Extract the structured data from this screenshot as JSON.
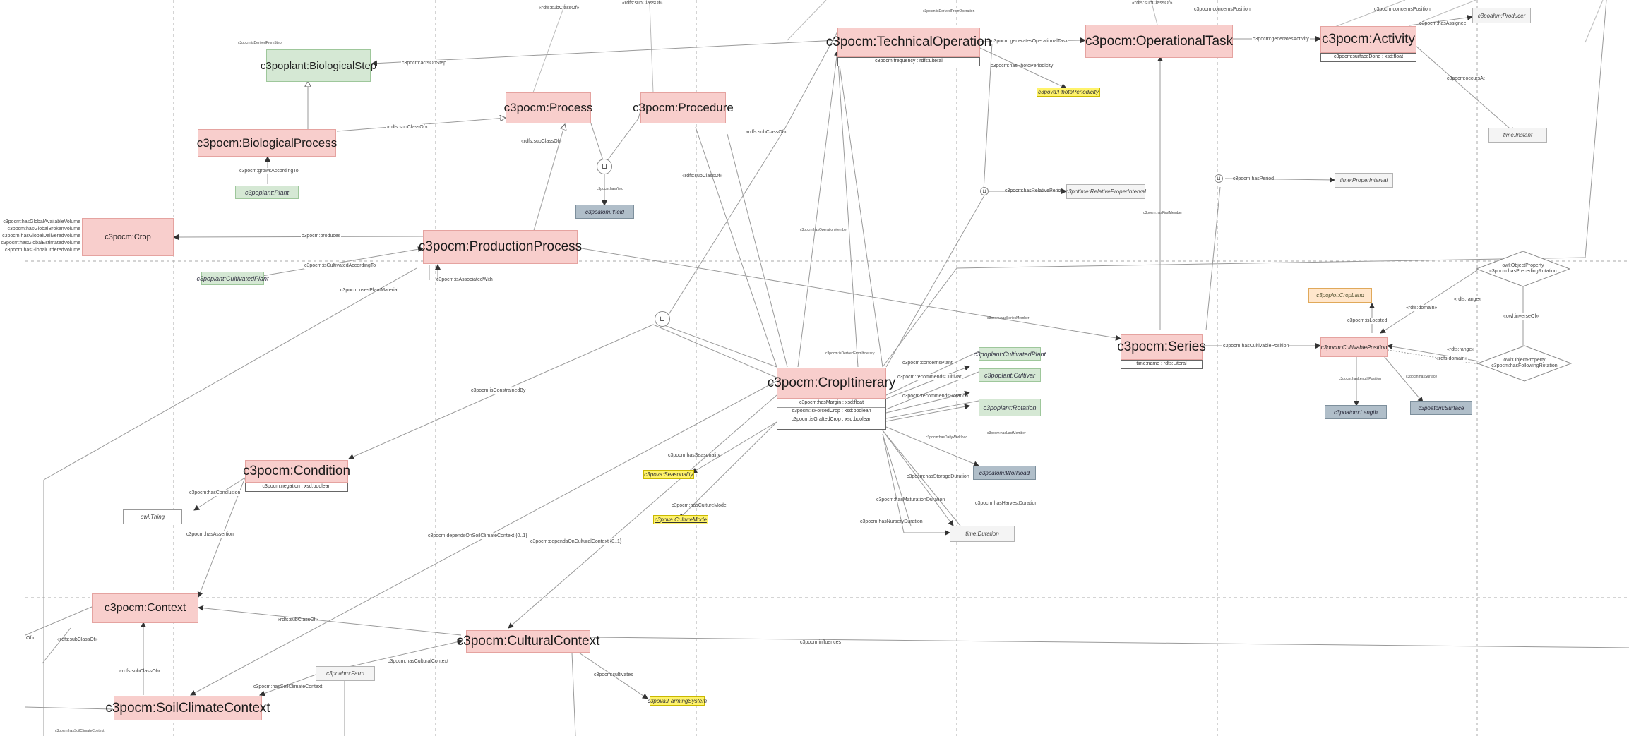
{
  "classes": {
    "technical_operation": "c3pocm:TechnicalOperation",
    "technical_operation_attrs": [
      "c3pocm:frequency : rdfs:Literal"
    ],
    "operational_task": "c3pocm:OperationalTask",
    "activity": "c3pocm:Activity",
    "activity_attrs": [
      "c3pocm:surfaceDone : xsd:float"
    ],
    "process": "c3pocm:Process",
    "procedure": "c3pocm:Procedure",
    "biological_process": "c3pocm:BiologicalProcess",
    "crop": "c3pocm:Crop",
    "production_process": "c3pocm:ProductionProcess",
    "series": "c3pocm:Series",
    "series_attrs": [
      "time:name : rdfs:Literal"
    ],
    "crop_itinerary": "c3pocm:CropItinerary",
    "crop_itinerary_attrs": [
      "c3pocm:hasMargin : xsd:float",
      "c3pocm:isForcedCrop : xsd:boolean",
      "c3pocm:isGraftedCrop : xsd:boolean"
    ],
    "condition": "c3pocm:Condition",
    "condition_attrs": [
      "c3pocm:negation : xsd:boolean"
    ],
    "context": "c3pocm:Context",
    "cultural_context": "c3pocm:CulturalContext",
    "soil_climate_context": "c3pocm:SoilClimateContext",
    "biological_step": "c3poplant:BiologicalStep"
  },
  "crop_side_attrs": [
    "c3pocm:hasGlobalAvailableVolume",
    "c3pocm:hasGlobalBrokenVolume",
    "c3pocm:hasGlobalDeliveredVolume",
    "c3pocm:hasGlobalEstimatedVolume",
    "c3pocm:hasGlobalOrderedVolume"
  ],
  "external": {
    "plant": "c3poplant:Plant",
    "cultivated_plant_left": "c3poplant:CultivatedPlant",
    "cultivated_plant_right": "c3poplant:CultivatedPlant",
    "cultivar": "c3poplant:Cultivar",
    "rotation": "c3poplant:Rotation",
    "yield": "c3poatom:Yield",
    "workload": "c3poatom:Workload",
    "length": "c3poatom:Length",
    "surface": "c3poatom:Surface",
    "photo_periodicity": "c3pova:PhotoPeriodicity",
    "seasonality": "c3pova:Seasonality",
    "culture_mode": "c3pova:CultureMode",
    "farming_system": "c3pova:FarmingSystem",
    "crop_land": "c3poplot:CropLand",
    "cultivable_position": "c3pocm:CultivablePosition",
    "producer": "c3poahm:Producer",
    "farm": "c3poahm:Farm",
    "instant": "time:Instant",
    "proper_interval": "time:ProperInterval",
    "relative_proper_interval": "c3potime:RelativeProperInterval",
    "duration": "time:Duration",
    "owl_thing": "owl:Thing"
  },
  "diamonds": {
    "preceding_rotation": [
      "owl:ObjectProperty",
      "c3pocm:hasPrecedingRotation"
    ],
    "following_rotation": [
      "owl:ObjectProperty",
      "c3pocm:hasFollowingRotation"
    ]
  },
  "union_symbol": "⊔",
  "edge_labels": {
    "sub1": "«rdfs:subClassOf»",
    "sub2": "«rdfs:subClassOf»",
    "sub3": "«rdfs:subClassOf»",
    "derived_from_step": "c3pocm:isDerivedFromStep",
    "derived_from_operation": "c3pocm:isDerivedFromOperation",
    "acts_on_step": "c3pocm:actsOnStep",
    "generates_operational_task": "c3pocm:generatesOperationalTask",
    "generates_activity": "c3pocm:generatesActivity",
    "has_assignee": "c3pocm:hasAssignee",
    "concerns_position_a": "c3pocm:concernsPosition",
    "concerns_position_b": "c3pocm:concernsPosition",
    "has_photo_periodicity": "c3pocm:hasPhotoPeriodicity",
    "occurs_at": "c3pocm:occursAt",
    "has_first_member": "c3pocm:hasFirstMember",
    "has_relative_period": "c3pocm:hasRelativePeriod",
    "has_period": "c3pocm:hasPeriod",
    "has_last_member": "c3pocm:hasLastMember",
    "has_operation_member": "c3pocm:hasOperationMember",
    "sub_bio_process": "«rdfs:subClassOf»",
    "sub_process": "«rdfs:subClassOf»",
    "sub_procedure_a": "«rdfs:subClassOf»",
    "sub_procedure_b": "«rdfs:subClassOf»",
    "grows_according_to": "c3pocm:growsAccordingTo",
    "has_yield": "c3pocm:hasYield",
    "produces": "c3pocm:produces",
    "is_cultivated_according_to": "c3pocm:isCultivatedAccordingTo",
    "uses_plant_material": "c3pocm:usesPlantMaterial",
    "is_associated_with": "c3pocm:isAssociatedWith",
    "has_series_member": "c3pocm:hasSeriesMember",
    "has_cultivable_position": "c3pocm:hasCultivablePosition",
    "is_located": "c3pocm:isLocated",
    "rdfs_domain_a": "«rdfs:domain»",
    "rdfs_range_a": "«rdfs:range»",
    "owl_inverse_of": "«owl:inverseOf»",
    "rdfs_range_b": "«rdfs:range»",
    "rdfs_domain_b": "«rdfs:domain»",
    "has_length_position": "c3pocm:hasLengthPosition",
    "has_surface": "c3pocm:hasSurface",
    "is_derived_from_itinerary": "c3pocm:isDerivedFromItinerary",
    "concerns_plant": "c3pocm:concernsPlant",
    "recommends_cultivar": "c3pocm:recommendsCultivar",
    "recommends_rotation": "c3pocm:recommendsRotation",
    "has_daily_workload": "c3pocm:hasDailyWorkload",
    "is_constrained_by": "c3pocm:isConstrainedBy",
    "has_seasonality": "c3pocm:hasSeasonality",
    "has_culture_mode": "c3pocm:hasCultureMode",
    "has_storage_duration": "c3pocm:hasStorageDuration",
    "has_harvest_duration": "c3pocm:hasHarvestDuration",
    "has_maturation_duration": "c3pocm:hasMaturationDuration",
    "has_nursery_duration": "c3pocm:hasNurseryDuration",
    "has_conclusion": "c3pocm:hasConclusion",
    "has_assertion": "c3pocm:hasAssertion",
    "depends_on_soil_climate": "c3pocm:dependsOnSoilClimateContext {0..1}",
    "depends_on_cultural": "c3pocm:dependsOnCulturalContext {0..1}",
    "sub_context_a": "«rdfs:subClassOf»",
    "sub_context_b": "«rdfs:subClassOf»",
    "sub_context_c": "«rdfs:subClassOf»",
    "sub_context_left": "Of»",
    "has_cultural_context": "c3pocm:hasCulturalContext",
    "has_soil_climate_context": "c3pocm:hasSoilClimateContext",
    "cultivates": "c3pocm:cultivates",
    "influences": "c3pocm:influences",
    "has_soil_climate_context_bottom": "c3pocm:hasSoilClimateContext"
  },
  "colors": {
    "class_fill": "#f8cecc",
    "plant_fill": "#d5e8d4",
    "vocab_fill": "#fff36b",
    "atom_fill": "#b0bec9",
    "external_fill": "#f4f4f4",
    "swimlane": "#aaaaaa"
  }
}
